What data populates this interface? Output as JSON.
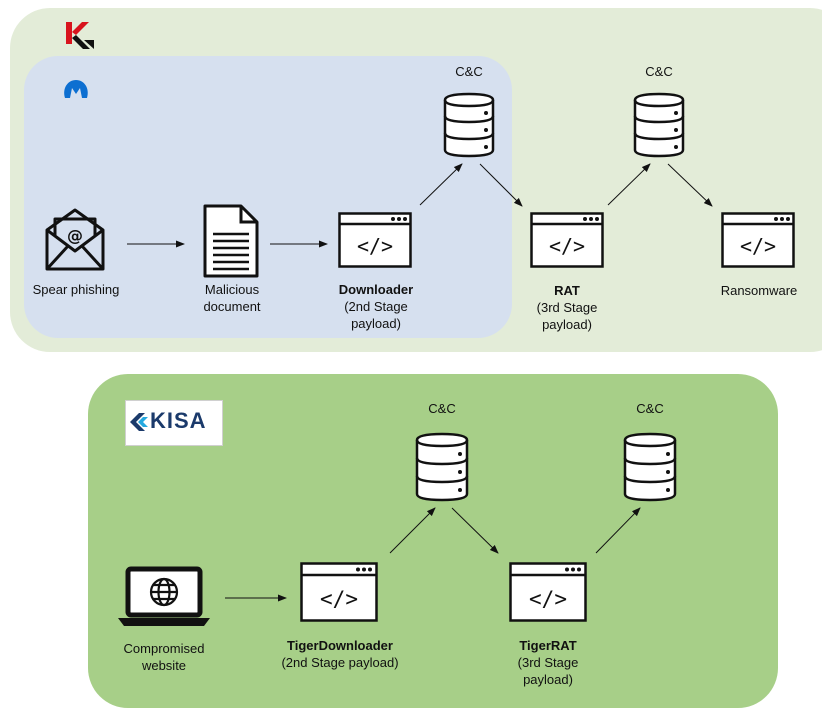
{
  "top": {
    "nodes": {
      "spear": "Spear phishing",
      "maldoc": "Malicious\ndocument",
      "downloader_title": "Downloader",
      "downloader_sub": "(2nd Stage\npayload)",
      "rat_title": "RAT",
      "rat_sub": "(3rd Stage\npayload)",
      "ransomware": "Ransomware",
      "cc1": "C&C",
      "cc2": "C&C"
    }
  },
  "bottom": {
    "logo_text": "KISA",
    "nodes": {
      "website": "Compromised\nwebsite",
      "tigerdl_title": "TigerDownloader",
      "tigerdl_sub": "(2nd Stage payload)",
      "tigerrat_title": "TigerRAT",
      "tigerrat_sub": "(3rd Stage\npayload)",
      "cc1": "C&C",
      "cc2": "C&C"
    }
  },
  "colors": {
    "kaspersky_red": "#d8141d",
    "malwarebytes_blue": "#0d6fd1",
    "top_panel": "#e3ecd8",
    "blue_panel": "#d6e0ef",
    "bottom_panel": "#a7cf88"
  }
}
